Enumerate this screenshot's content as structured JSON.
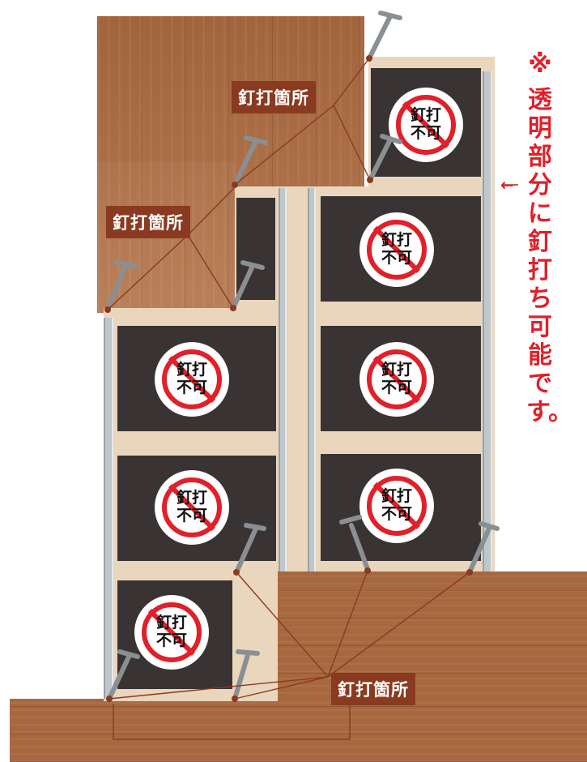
{
  "callouts": {
    "top": "釘打箇所",
    "middle": "釘打箇所",
    "bottom": "釘打箇所"
  },
  "badge": {
    "line1": "釘打",
    "line2": "不可"
  },
  "note": {
    "mark": "※",
    "text": "透明部分に釘打ち可能です。",
    "arrow": "←"
  },
  "colors": {
    "accent": "#e0202a",
    "callout_bg": "#8a3a20",
    "panel": "#393433",
    "wood": "#a8683f"
  }
}
